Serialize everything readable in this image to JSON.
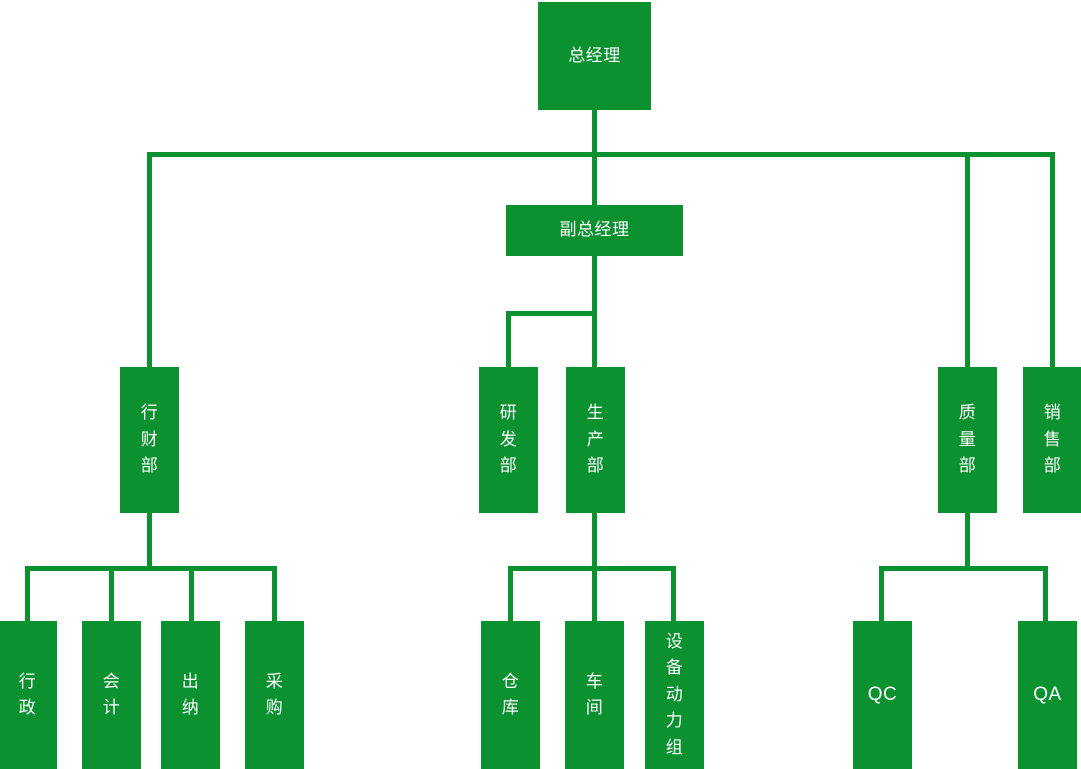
{
  "chart_data": {
    "type": "diagram",
    "diagram_type": "organization-chart",
    "title": "",
    "orientation": "top-down",
    "node_color": "#0b9130",
    "line_color": "#0b9130",
    "text_color": "#ffffff",
    "background": "#ffffff",
    "levels": [
      [
        "总经理"
      ],
      [
        "副总经理"
      ],
      [
        "行财部",
        "研发部",
        "生产部",
        "质量部",
        "销售部"
      ],
      [
        "行政",
        "会计",
        "出纳",
        "采购",
        "仓库",
        "车间",
        "设备动力组",
        "QC",
        "QA"
      ]
    ],
    "edges": [
      {
        "from": "总经理",
        "to": "副总经理"
      },
      {
        "from": "总经理",
        "to": "行财部"
      },
      {
        "from": "总经理",
        "to": "质量部"
      },
      {
        "from": "总经理",
        "to": "销售部"
      },
      {
        "from": "副总经理",
        "to": "研发部"
      },
      {
        "from": "副总经理",
        "to": "生产部"
      },
      {
        "from": "行财部",
        "to": "行政"
      },
      {
        "from": "行财部",
        "to": "会计"
      },
      {
        "from": "行财部",
        "to": "出纳"
      },
      {
        "from": "行财部",
        "to": "采购"
      },
      {
        "from": "生产部",
        "to": "仓库"
      },
      {
        "from": "生产部",
        "to": "车间"
      },
      {
        "from": "生产部",
        "to": "设备动力组"
      },
      {
        "from": "质量部",
        "to": "QC"
      },
      {
        "from": "质量部",
        "to": "QA"
      }
    ]
  },
  "nodes": {
    "general_manager": "总经理",
    "deputy_general_manager": "副总经理",
    "admin_finance_dept": "行\n财\n部",
    "rd_dept": "研\n发\n部",
    "production_dept": "生\n产\n部",
    "quality_dept": "质\n量\n部",
    "sales_dept": "销\n售\n部",
    "administration": "行\n政",
    "accounting": "会\n计",
    "cashier": "出\n纳",
    "procurement": "采\n购",
    "warehouse": "仓\n库",
    "workshop": "车\n间",
    "equipment_power_group": "设\n备\n动\n力\n组",
    "qc": "QC",
    "qa": "QA"
  }
}
